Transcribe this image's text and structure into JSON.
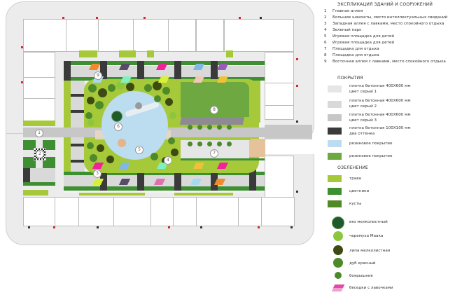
{
  "explication": {
    "title": "ЭКСПЛИКАЦИЯ ЗДАНИЙ И СООРУЖЕНИЙ",
    "items": [
      {
        "num": "1",
        "label": "Главная аллея"
      },
      {
        "num": "2",
        "label": "Большие шахматы, место интеллектуальных свиданий"
      },
      {
        "num": "3",
        "label": "Западная аллея с лавками, место спокойного отдыха"
      },
      {
        "num": "4",
        "label": "Зеленый парк"
      },
      {
        "num": "5",
        "label": "Игровая площадка для детей"
      },
      {
        "num": "6",
        "label": "Игровая площадка для детей"
      },
      {
        "num": "7",
        "label": "Площадка для отдыха"
      },
      {
        "num": "8",
        "label": "Площадка для отдыха"
      },
      {
        "num": "9",
        "label": "Восточная аллея с лавками, место спокойного отдыха"
      }
    ]
  },
  "coverings": {
    "title": "ПОКРЫТИЯ",
    "items": [
      {
        "line1": "плитка бетонная 400X600 мм",
        "line2": "цвет серый 1",
        "color": "#e6e6e6"
      },
      {
        "line1": "плитка бетонная 400X600 мм",
        "line2": "цвет серый 2",
        "color": "#d9d9d9"
      },
      {
        "line1": "плитка бетонная 400X600 мм",
        "line2": "цвет серый 3",
        "color": "#c7c7c7"
      },
      {
        "line1": "плитка бетонная 100X100 мм",
        "line2": "два оттенка",
        "color": "#3a3a3a"
      },
      {
        "line1": "резиновое покрытие",
        "line2": "",
        "color": "#bcdcf0"
      },
      {
        "line1": "резиновое покрытие",
        "line2": "",
        "color": "#6da841"
      }
    ]
  },
  "greenery": {
    "title": "ОЗЕЛЕНЕНИЕ",
    "items": [
      {
        "label": "трава",
        "color": "#a6c93a"
      },
      {
        "label": "цветники",
        "color": "#3d8f31"
      },
      {
        "label": "кусты",
        "color": "#4f8a25"
      }
    ]
  },
  "trees": {
    "items": [
      {
        "label": "вяз мелколистный",
        "color": "#1f5a2a"
      },
      {
        "label": "черемуха Маака",
        "color": "#8cc63f"
      },
      {
        "label": "липа мелколистная",
        "color": "#3d4a12"
      },
      {
        "label": "дуб красный",
        "color": "#4c8a2a"
      },
      {
        "label": "боярышник",
        "color": "#4a8a2a"
      },
      {
        "label": "беседки с лавочками",
        "color": "#e04aa8"
      }
    ]
  },
  "plan": {
    "markers": [
      "1",
      "2",
      "3",
      "4",
      "5",
      "6",
      "7",
      "8",
      "9"
    ],
    "pavilion_colors": [
      "#f08a2a",
      "#5a4a6a",
      "#f0239a",
      "#7fb8e6",
      "#9a5ab8",
      "#a6d8f0",
      "#7ff0c0",
      "#d8f03a",
      "#f0c8b8",
      "#f0c03a",
      "#f0239a",
      "#7fb8e6",
      "#7ff0c0",
      "#f0c03a",
      "#f0239a",
      "#d8f03a",
      "#5a4a6a",
      "#e070b0",
      "#a6d8f0",
      "#f08a2a"
    ]
  }
}
